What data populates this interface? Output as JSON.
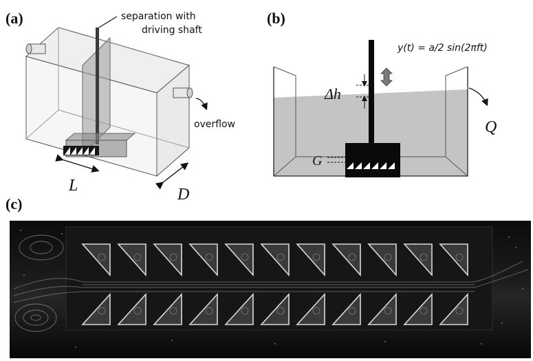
{
  "panels": {
    "a": {
      "label": "(a)",
      "separation_line1": "separation with",
      "separation_line2": "driving shaft",
      "overflow": "overflow",
      "length_symbol": "L",
      "depth_symbol": "D"
    },
    "b": {
      "label": "(b)",
      "equation": "y(t) = a/2 sin(2πft)",
      "delta_h": "Δh",
      "gap_symbol": "G",
      "flow_symbol": "Q"
    },
    "c": {
      "label": "(c)"
    }
  }
}
